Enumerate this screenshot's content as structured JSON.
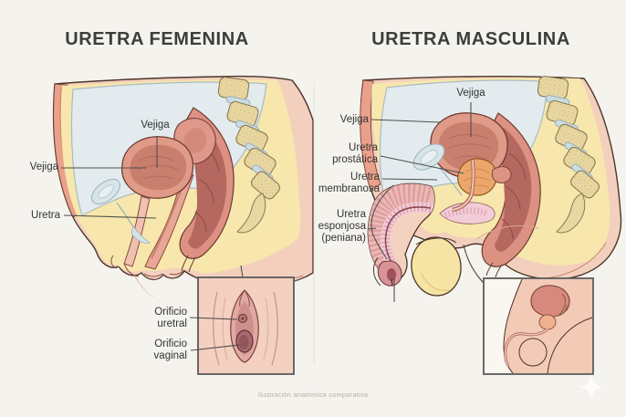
{
  "female_panel": {
    "title": "URETRA FEMENINA",
    "labels": {
      "vejiga_pointer": "Vejiga",
      "vejiga_side": "Vejiga",
      "uretra": "Uretra"
    },
    "inset_labels": {
      "orificio_uretral": "Orificio uretral",
      "orificio_vaginal": "Orificio vaginal"
    }
  },
  "male_panel": {
    "title": "URETRA MASCULINA",
    "labels": {
      "vejiga_pointer": "Vejiga",
      "vejiga_side": "Vejiga",
      "uretra_prostatica": "Uretra prostática",
      "uretra_membranosa": "Uretra membranosa",
      "uretra_esponjosa": "Uretra esponjosa (peniana)"
    }
  },
  "footer": {
    "caption": "Ilustración anatómica comparativa"
  },
  "palette": {
    "background": "#f5f3ee",
    "skin": "#f3d0bd",
    "skin_band": "#e9a18c",
    "fat_yellow": "#f7e7ac",
    "cavity_blue": "#e3ebee",
    "organ_rim_pink": "#e09a88",
    "organ_inner_pink": "#c97f6d",
    "rectum_dark": "#b5685f",
    "prostate_orange": "#eba76b",
    "bone_tan": "#e9d7a2",
    "disc_blue": "#c9dce2",
    "pubic_bone_blue": "#d7e4e8",
    "scrotum_yellow": "#f6e4a4",
    "outline": "#4a352b",
    "leader_line": "#4f4f4f",
    "title_text": "#3d3d3d",
    "label_text": "#333333",
    "caption_text": "#b3b0a9",
    "inset_border": "#5a5a5a"
  }
}
